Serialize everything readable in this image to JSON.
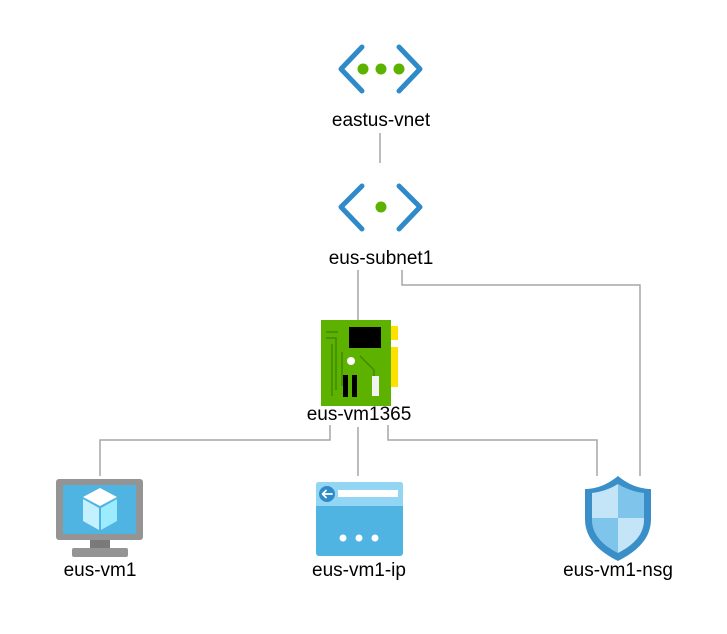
{
  "diagram": {
    "nodes": {
      "vnet": {
        "label": "eastus-vnet",
        "icon": "virtual-network-icon"
      },
      "subnet": {
        "label": "eus-subnet1",
        "icon": "subnet-icon"
      },
      "nic": {
        "label": "eus-vm1365",
        "icon": "network-interface-icon"
      },
      "vm": {
        "label": "eus-vm1",
        "icon": "virtual-machine-icon"
      },
      "pip": {
        "label": "eus-vm1-ip",
        "icon": "public-ip-icon"
      },
      "nsg": {
        "label": "eus-vm1-nsg",
        "icon": "network-security-group-icon"
      }
    },
    "colors": {
      "connector": "#a6a6a6",
      "chevron_blue": "#2f8ac9",
      "dot_green": "#5db200",
      "nic_green": "#5db200",
      "nic_yellow": "#ffe100",
      "vm_blue": "#50b4e3",
      "vm_grey": "#949494",
      "pip_blue": "#50b4e3",
      "nsg_blue": "#3b8fc9"
    }
  }
}
